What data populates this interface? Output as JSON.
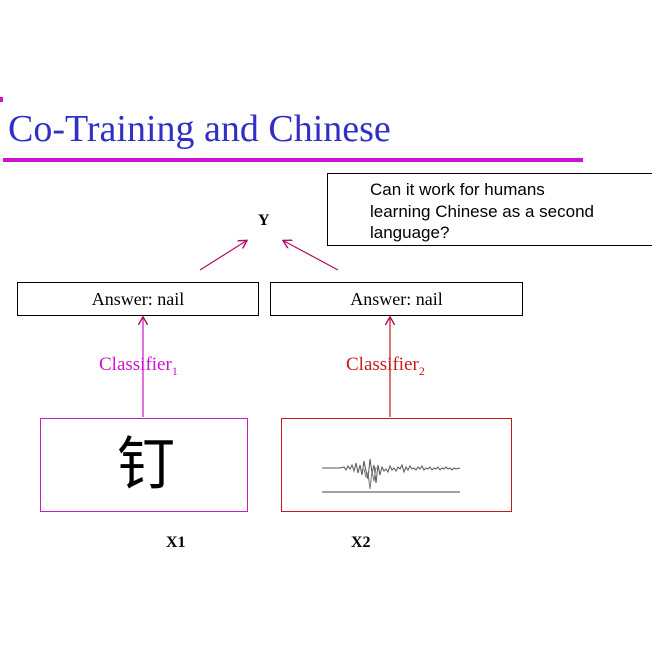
{
  "slide": {
    "title": "Co-Training and Chinese"
  },
  "question": {
    "lines": [
      "Can it work for humans",
      "learning Chinese as a second",
      "language?"
    ]
  },
  "diagram": {
    "target_label": "Y",
    "answers": [
      "Answer: nail",
      "Answer: nail"
    ],
    "classifiers": [
      {
        "name": "Classifier",
        "subscript": "1"
      },
      {
        "name": "Classifier",
        "subscript": "2"
      }
    ],
    "views": [
      {
        "label": "X1",
        "content": "钉"
      },
      {
        "label": "X2"
      }
    ]
  },
  "colors": {
    "title": "#3030c8",
    "rule": "#d010d0",
    "view1": "#d010d0",
    "view2": "#c81818",
    "arrow": "#b01060"
  }
}
